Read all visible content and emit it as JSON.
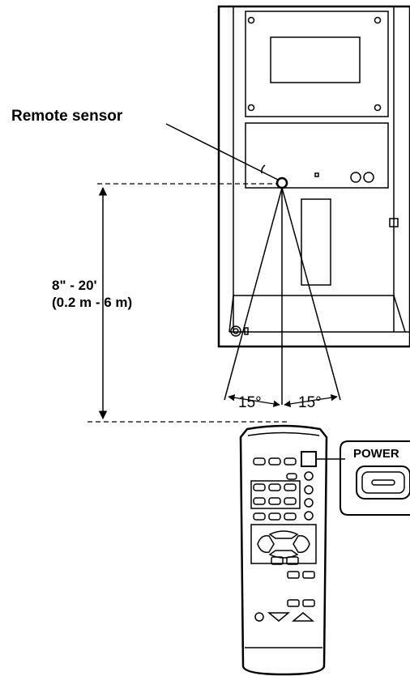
{
  "labels": {
    "remote_sensor": "Remote sensor",
    "distance_imperial": "8\" - 20'",
    "distance_metric": "(0.2 m - 6 m)",
    "angle_left": "15°",
    "angle_right": "15°",
    "power_button": "POWER"
  },
  "colors": {
    "line": "#000000",
    "background": "#ffffff"
  }
}
